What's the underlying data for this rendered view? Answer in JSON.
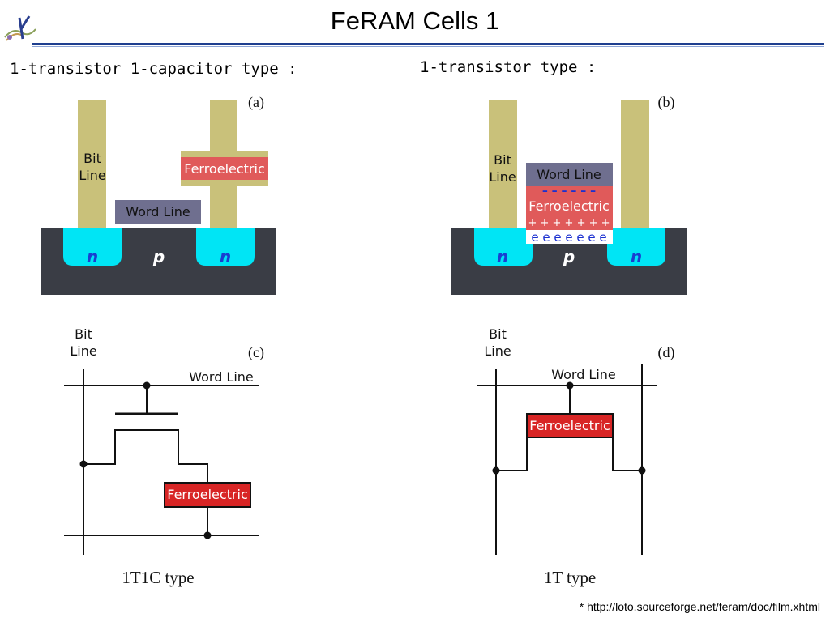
{
  "title": "FeRAM Cells 1",
  "left_heading": "1-transistor 1-capacitor type :",
  "right_heading": "1-transistor type :",
  "footnote": "* http://loto.sourceforge.net/feram/doc/film.xhtml",
  "colors": {
    "rule": "#1f3f8f",
    "substrate": "#3a3d45",
    "n_region": "#00e5f5",
    "bitline": "#c9c17a",
    "wordline_box": "#6f6f8f",
    "ferro_box": "#e05a5a",
    "ferro_circuit": "#d82525"
  },
  "panel_a": {
    "tag": "(a)",
    "bit_line_1": "Bit",
    "bit_line_2": "Line",
    "word_line": "Word Line",
    "ferroelectric": "Ferroelectric",
    "n_left": "n",
    "p": "p",
    "n_right": "n"
  },
  "panel_b": {
    "tag": "(b)",
    "bit_line_1": "Bit",
    "bit_line_2": "Line",
    "word_line": "Word Line",
    "ferroelectric": "Ferroelectric",
    "dashes": "– – – – – –",
    "pluses": "+ + + + + + +",
    "electrons": "e e e e e e e",
    "n_left": "n",
    "p": "p",
    "n_right": "n"
  },
  "panel_c": {
    "tag": "(c)",
    "bit_line_1": "Bit",
    "bit_line_2": "Line",
    "word_line": "Word Line",
    "ferroelectric": "Ferroelectric",
    "caption": "1T1C type"
  },
  "panel_d": {
    "tag": "(d)",
    "bit_line_1": "Bit",
    "bit_line_2": "Line",
    "word_line": "Word Line",
    "ferroelectric": "Ferroelectric",
    "caption": "1T type"
  }
}
